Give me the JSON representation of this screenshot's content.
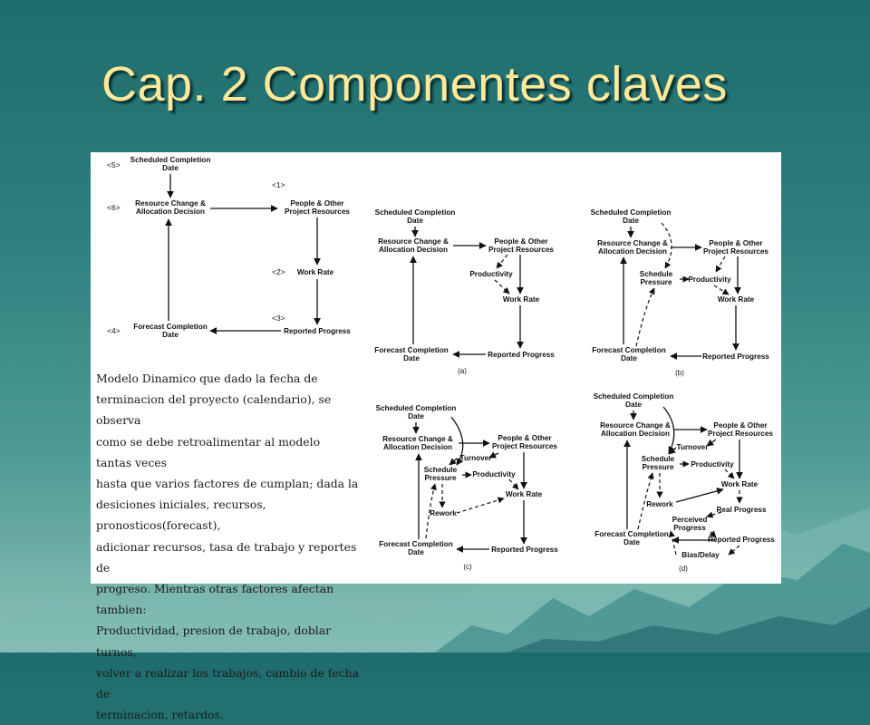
{
  "title": "Cap. 2 Componentes claves",
  "caption": "Modelo Dinamico que dado la fecha de\nterminacion del proyecto (calendario), se observa\ncomo se debe retroalimentar al modelo tantas veces\nhasta que varios factores de cumplan; dada la\ndesiciones iniciales, recursos, pronosticos(forecast),\nadicionar recursos, tasa de trabajo y reportes de\nprogreso. Mientras otras factores afectan tambien:\nProductividad, presion de trabajo, doblar turnos,\nvolver a realizar los trabajos, cambio de fecha de\nterminacion, retardos.",
  "main": {
    "refs": {
      "r1": "<1>",
      "r2": "<2>",
      "r3": "<3>",
      "r4": "<4>",
      "r5": "<5>",
      "r6": "<6>"
    },
    "scheduled_1": "Scheduled Completion",
    "scheduled_2": "Date",
    "resource_1": "Resource Change &",
    "resource_2": "Allocation Decision",
    "people_1": "People & Other",
    "people_2": "Project Resources",
    "work_rate": "Work Rate",
    "reported": "Reported Progress",
    "forecast_1": "Forecast Completion",
    "forecast_2": "Date"
  },
  "a": {
    "scheduled_1": "Scheduled Completion",
    "scheduled_2": "Date",
    "resource_1": "Resource Change &",
    "resource_2": "Allocation Decision",
    "people_1": "People & Other",
    "people_2": "Project Resources",
    "productivity": "Productivity",
    "work_rate": "Work Rate",
    "reported": "Reported Progress",
    "forecast_1": "Forecast Completion",
    "forecast_2": "Date",
    "label": "(a)"
  },
  "b": {
    "scheduled_1": "Scheduled Completion",
    "scheduled_2": "Date",
    "resource_1": "Resource Change &",
    "resource_2": "Allocation Decision",
    "people_1": "People & Other",
    "people_2": "Project Resources",
    "schedule_1": "Schedule",
    "schedule_2": "Pressure",
    "productivity": "Productivity",
    "work_rate": "Work Rate",
    "reported": "Reported Progress",
    "forecast_1": "Forecast Completion",
    "forecast_2": "Date",
    "label": "(b)"
  },
  "c": {
    "scheduled_1": "Scheduled Completion",
    "scheduled_2": "Date",
    "resource_1": "Resource Change &",
    "resource_2": "Allocation Decision",
    "people_1": "People & Other",
    "people_2": "Project Resources",
    "turnover": "Turnover",
    "schedule_1": "Schedule",
    "schedule_2": "Pressure",
    "productivity": "Productivity",
    "work_rate": "Work Rate",
    "rework": "Rework",
    "reported": "Reported Progress",
    "forecast_1": "Forecast Completion",
    "forecast_2": "Date",
    "label": "(c)"
  },
  "d": {
    "scheduled_1": "Scheduled Completion",
    "scheduled_2": "Date",
    "resource_1": "Resource Change &",
    "resource_2": "Allocation Decision",
    "people_1": "People & Other",
    "people_2": "Project Resources",
    "turnover": "Turnover",
    "schedule_1": "Schedule",
    "schedule_2": "Pressure",
    "productivity": "Productivity",
    "work_rate": "Work Rate",
    "rework": "Rework",
    "real": "Real Progress",
    "perceived_1": "Perceived",
    "perceived_2": "Progress",
    "reported": "Reported Progress",
    "bias": "Bias/Delay",
    "forecast_1": "Forecast Completion",
    "forecast_2": "Date",
    "label": "(d)"
  }
}
